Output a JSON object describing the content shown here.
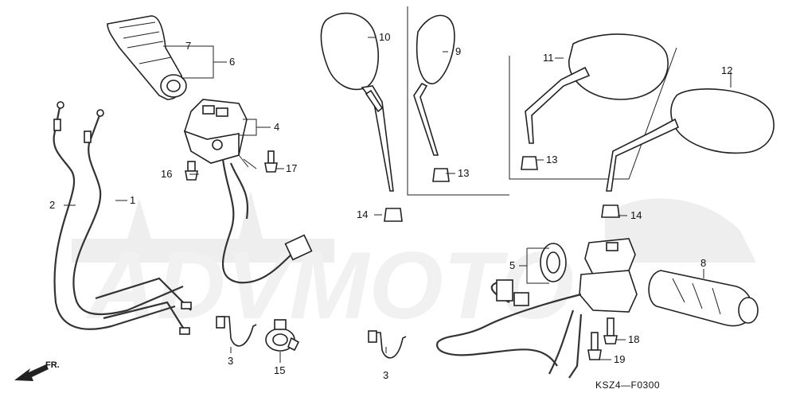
{
  "diagram": {
    "diagram_code": "KSZ4—F0300",
    "direction_label": "FR.",
    "callouts": [
      {
        "id": "c1",
        "text": "1"
      },
      {
        "id": "c2",
        "text": "2"
      },
      {
        "id": "c3a",
        "text": "3"
      },
      {
        "id": "c3b",
        "text": "3"
      },
      {
        "id": "c4",
        "text": "4"
      },
      {
        "id": "c5",
        "text": "5"
      },
      {
        "id": "c6",
        "text": "6"
      },
      {
        "id": "c7",
        "text": "7"
      },
      {
        "id": "c8",
        "text": "8"
      },
      {
        "id": "c9",
        "text": "9"
      },
      {
        "id": "c10",
        "text": "10"
      },
      {
        "id": "c11",
        "text": "11"
      },
      {
        "id": "c12",
        "text": "12"
      },
      {
        "id": "c13a",
        "text": "13"
      },
      {
        "id": "c13b",
        "text": "13"
      },
      {
        "id": "c14a",
        "text": "14"
      },
      {
        "id": "c14b",
        "text": "14"
      },
      {
        "id": "c15",
        "text": "15"
      },
      {
        "id": "c16",
        "text": "16"
      },
      {
        "id": "c17",
        "text": "17"
      },
      {
        "id": "c18",
        "text": "18"
      },
      {
        "id": "c19",
        "text": "19"
      }
    ]
  }
}
